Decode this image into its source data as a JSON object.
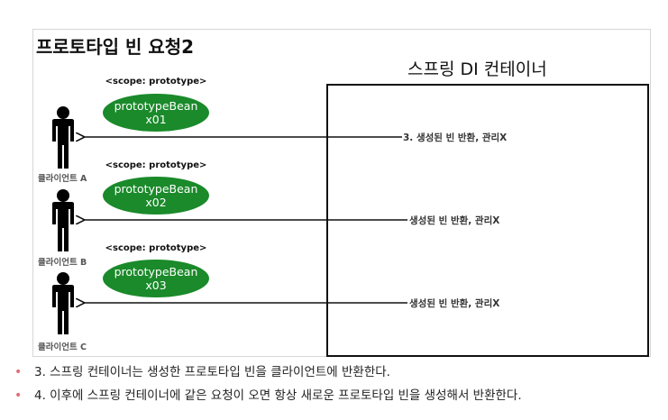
{
  "diagram": {
    "title": "프로토타입 빈 요청2",
    "container_label": "스프링 DI 컨테이너",
    "clients": [
      {
        "label": "클라이언트 A",
        "scope": "<scope: prototype>",
        "bean_name": "prototypeBean",
        "bean_id": "x01",
        "arrow_label": "3. 생성된 빈 반환, 관리X"
      },
      {
        "label": "클라이언트 B",
        "scope": "<scope: prototype>",
        "bean_name": "prototypeBean",
        "bean_id": "x02",
        "arrow_label": "생성된 빈 반환, 관리X"
      },
      {
        "label": "클라이언트 C",
        "scope": "<scope: prototype>",
        "bean_name": "prototypeBean",
        "bean_id": "x03",
        "arrow_label": "생성된 빈 반환, 관리X"
      }
    ],
    "colors": {
      "bean": "#1a8a2a",
      "bullet": "#e06c75",
      "line": "#111111"
    }
  },
  "notes": [
    "3. 스프링 컨테이너는 생성한 프로토타입 빈을 클라이언트에 반환한다.",
    "4. 이후에 스프링 컨테이너에 같은 요청이 오면 항상 새로운 프로토타입 빈을 생성해서 반환한다."
  ],
  "bullet_symbol": "•"
}
